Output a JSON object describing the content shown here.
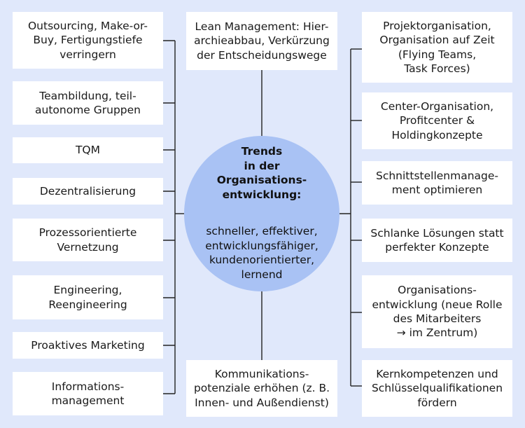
{
  "left_boxes": [
    "Outsourcing, Make-or-\nBuy, Fertigungstiefe\nverringern",
    "Teambildung, teil-\nautonome Gruppen",
    "TQM",
    "Dezentralisierung",
    "Prozessorientierte\nVernetzung",
    "Engineering,\nReengineering",
    "Proaktives Marketing",
    "Informations-\nmanagement"
  ],
  "top_box": "Lean Management: Hier-\narchieabbau, Verkürzung\nder Entscheidungswege",
  "bottom_box": "Kommunikations-\npotenziale erhöhen (z. B.\nInnen- und Außendienst)",
  "right_boxes": [
    "Projektorganisation,\nOrganisation auf Zeit\n(Flying Teams,\nTask Forces)",
    "Center-Organisation,\nProfitcenter &\nHoldingkonzepte",
    "Schnittstellenmanage-\nment optimieren",
    "Schlanke Lösungen statt\nperfekter Konzepte",
    "Organisations-\nentwicklung (neue Rolle\ndes Mitarbeiters\n→ im Zentrum)",
    "Kernkompetenzen und\nSchlüsselqualifikationen\nfördern"
  ],
  "center": {
    "title": "Trends\nin der\nOrganisations-\nentwicklung:",
    "subtitle": "schneller, effektiver,\nentwicklungsfähiger,\nkundenorientierter,\nlernend"
  },
  "colors": {
    "background": "#e0e8fb",
    "box": "#ffffff",
    "circle": "#a9c2f4",
    "line": "#222222"
  }
}
